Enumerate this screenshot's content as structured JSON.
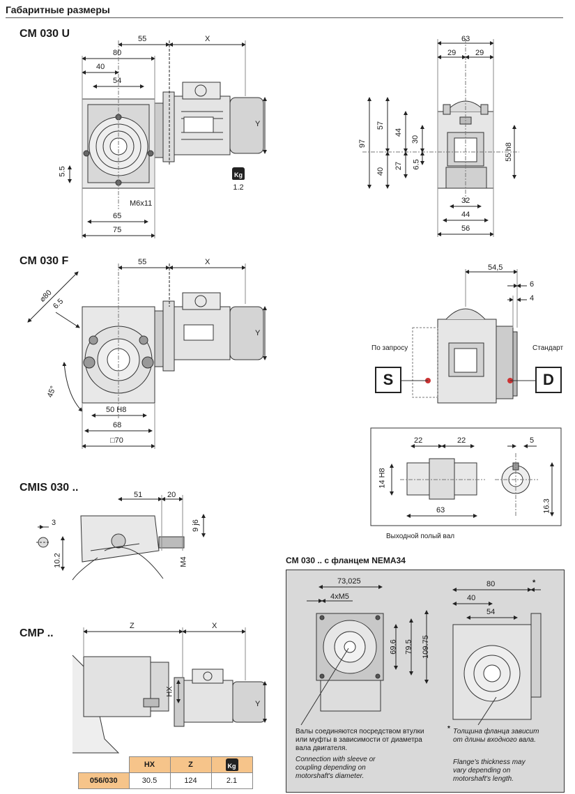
{
  "page_title": "Габаритные размеры",
  "sections": {
    "cm030u": {
      "title": "CM 030 U",
      "dims": {
        "d55": "55",
        "dx": "X",
        "d80": "80",
        "d40": "40",
        "d54": "54",
        "dy": "Y",
        "d5_5": "5.5",
        "m6": "M6x11",
        "d65": "65",
        "d75": "75"
      },
      "weight": "1.2"
    },
    "side": {
      "dims": {
        "d63": "63",
        "d29a": "29",
        "d29b": "29",
        "d97": "97",
        "d57": "57",
        "d44": "44",
        "d30": "30",
        "d40": "40",
        "d27": "27",
        "d6_5": "6.5",
        "d55h8": "55 h8",
        "d32": "32",
        "d44b": "44",
        "d56": "56"
      }
    },
    "cm030f": {
      "title": "CM 030 F",
      "dims": {
        "d55": "55",
        "dx": "X",
        "dia80": "⌀80",
        "d6_5": "6.5",
        "dy": "Y",
        "ang45": "45°",
        "d50h8": "50 H8",
        "d68": "68",
        "sq70": "□70"
      }
    },
    "sd": {
      "dims": {
        "d54_5": "54,5",
        "d6": "6",
        "d4": "4"
      },
      "on_request": "По запросу",
      "standard": "Стандарт",
      "s": "S",
      "d": "D"
    },
    "hollow": {
      "dims": {
        "d22a": "22",
        "d22b": "22",
        "d14h8": "14 H8",
        "d63": "63",
        "d5": "5",
        "d16_3": "16.3"
      },
      "caption": "Выходной полый вал"
    },
    "cmis": {
      "title": "CMIS 030 ..",
      "dims": {
        "d51": "51",
        "d20": "20",
        "d3": "3",
        "d9j6": "9 j6",
        "d10_2": "10.2",
        "m4": "M4"
      }
    },
    "nema": {
      "title": "CM 030 .. с фланцем NEMA34",
      "dims": {
        "d73_025": "73,025",
        "m5": "4xM5",
        "d69_6": "69.6",
        "d79_5": "79.5",
        "d109_75": "109.75",
        "d80": "80",
        "star": "*",
        "d40": "40",
        "d54": "54"
      },
      "note_ru": "Валы соединяются посредством втулки или муфты в зависимости от диаметра вала двигателя.",
      "note_en": "Connection with sleeve or coupling depending on motorshaft's diameter.",
      "note_ru2": "Толщина фланца зависит от длины входного вала.",
      "note_en2": "Flange's thickness may vary depending on motorshaft's length.",
      "star2": "*"
    },
    "cmp": {
      "title": "CMP ..",
      "dims": {
        "dz": "Z",
        "dx": "X",
        "dhx": "HX",
        "dy": "Y"
      }
    }
  },
  "table": {
    "headers": [
      "HX",
      "Z"
    ],
    "kg": "Kg",
    "rows": [
      {
        "name": "056/030",
        "hx": "30.5",
        "z": "124",
        "kg": "2.1"
      }
    ]
  },
  "kg_label": "Kg"
}
